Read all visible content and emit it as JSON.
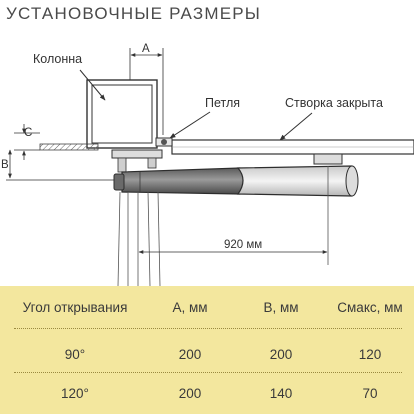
{
  "title": "УСТАНОВОЧНЫЕ РАЗМЕРЫ",
  "diagram": {
    "labels": {
      "column": "Колонна",
      "hinge": "Петля",
      "leaf_closed": "Створка закрыта",
      "dim_a": "A",
      "dim_b": "B",
      "dim_c": "C",
      "distance": "920 мм"
    }
  },
  "table": {
    "headers": [
      "Угол открывания",
      "A, мм",
      "B, мм",
      "Смакс, мм"
    ],
    "rows": [
      [
        "90°",
        "200",
        "200",
        "120"
      ],
      [
        "120°",
        "200",
        "140",
        "70"
      ]
    ],
    "background_color": "#f3e79e"
  }
}
